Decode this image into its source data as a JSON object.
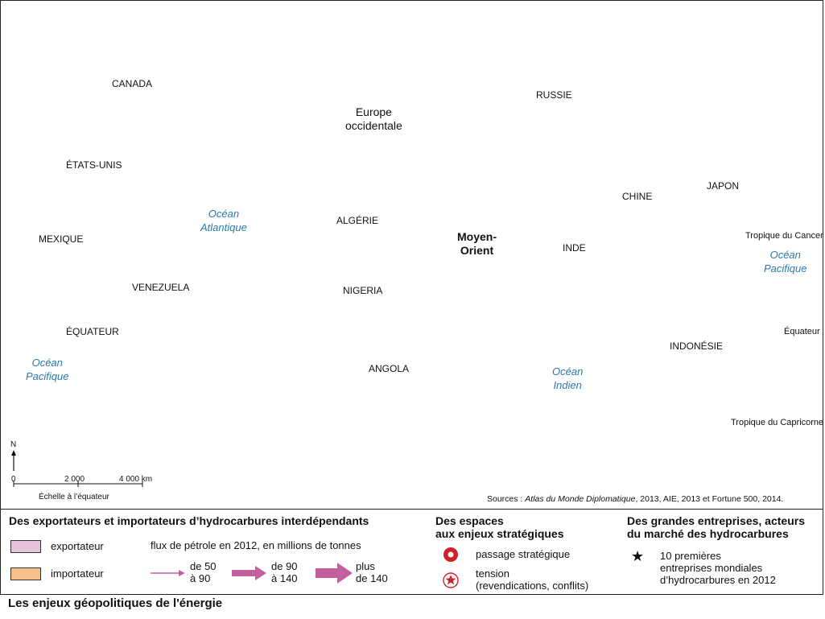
{
  "map": {
    "countries": {
      "canada": "CANADA",
      "etats_unis": "ÉTATS-UNIS",
      "mexique": "MEXIQUE",
      "venezuela": "VENEZUELA",
      "equateur": "ÉQUATEUR",
      "europe": "Europe\noccidentale",
      "russie": "RUSSIE",
      "algerie": "ALGÉRIE",
      "nigeria": "NIGERIA",
      "angola": "ANGOLA",
      "moyen_orient": "Moyen-\nOrient",
      "inde": "INDE",
      "chine": "CHINE",
      "japon": "JAPON",
      "indonesie": "INDONÉSIE"
    },
    "oceans": {
      "atlantique": "Océan\nAtlantique",
      "pacifique_est": "Océan\nPacifique",
      "pacifique_ouest": "Océan\nPacifique",
      "indien": "Océan\nIndien"
    },
    "lines": {
      "cancer": "Tropique du Cancer",
      "equateur": "Équateur",
      "capricorne": "Tropique du Capricorne"
    },
    "scale": {
      "north": "N",
      "t0": "0",
      "t1": "2 000",
      "t2": "4 000 km",
      "note": "Échelle à l’équateur"
    },
    "sources_prefix": "Sources : ",
    "sources_italic": "Atlas du Monde Diplomatique",
    "sources_rest": ", 2013, AIE, 2013 et Fortune 500, 2014."
  },
  "legend": {
    "section1": {
      "title": "Des exportateurs et importateurs d’hydrocarbures interdépendants",
      "exportateur": "exportateur",
      "importateur": "importateur",
      "flux_title": "flux de pétrole en 2012, en millions de tonnes",
      "flux1": "de 50\nà 90",
      "flux2": "de 90\nà 140",
      "flux3": "plus\nde 140"
    },
    "section2": {
      "title": "Des espaces\naux enjeux stratégiques",
      "passage": "passage stratégique",
      "tension": "tension\n(revendications, conflits)"
    },
    "section3": {
      "title": "Des grandes entreprises, acteurs\ndu marché des hydrocarbures",
      "top10": "10 premières\nentreprises mondiales\nd’hydrocarbures en 2012"
    },
    "colors": {
      "exportateur": "#e8c1dc",
      "importateur": "#f6c08b",
      "flux": "#c2609e",
      "passage": "#d0202a",
      "ocean_text": "#2a78ad"
    }
  },
  "caption": "Les enjeux géopolitiques de l'énergie"
}
